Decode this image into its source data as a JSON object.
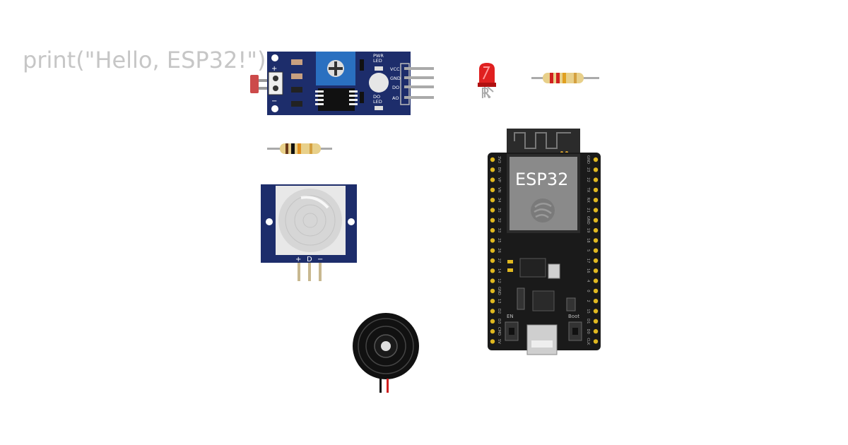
{
  "canvas": {
    "serial_output": "print(\"Hello, ESP32!\")"
  },
  "ldr_module": {
    "label_plus": "+",
    "label_minus": "−",
    "pwr_led_line1": "PWR",
    "pwr_led_line2": "LED",
    "do_led_line1": "DO",
    "do_led_line2": "LED",
    "pins": [
      "VCC",
      "GND",
      "DO",
      "AO"
    ]
  },
  "red_led": {
    "label": "R"
  },
  "pir_sensor": {
    "pins": [
      "+",
      "D",
      "−"
    ]
  },
  "esp32": {
    "chip_label": "ESP32",
    "left_pins": [
      "3V3",
      "EN",
      "VP",
      "VN",
      "34",
      "35",
      "32",
      "33",
      "25",
      "26",
      "27",
      "14",
      "12",
      "GND",
      "13",
      "D2",
      "D3",
      "CMD",
      "5V"
    ],
    "right_pins": [
      "GND",
      "23",
      "22",
      "TX",
      "RX",
      "21",
      "GND",
      "19",
      "18",
      "5",
      "17",
      "16",
      "4",
      "0",
      "2",
      "15",
      "D1",
      "D0",
      "CLK"
    ],
    "en_label": "EN",
    "boot_label": "Boot"
  },
  "colors": {
    "board_blue": "#1d2d6b",
    "pcb_black": "#1a1a1a",
    "pin_gold": "#e0b820",
    "led_red": "#e02020",
    "pir_dome": "#dcdcdc"
  }
}
